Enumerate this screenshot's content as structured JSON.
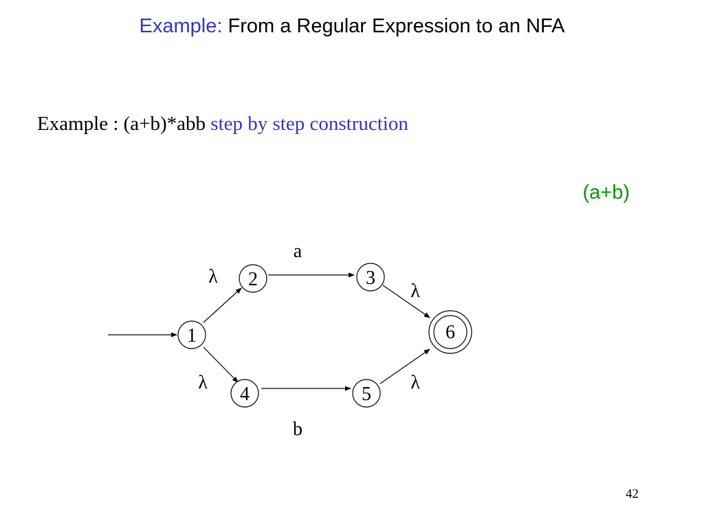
{
  "slide": {
    "title_prefix": "Example:",
    "title_main": " From a Regular Expression to an NFA",
    "example_text": "Example : (a+b)*abb ",
    "example_accent": "step by step construction",
    "subtitle": "(a+b)",
    "page_number": "42"
  },
  "nfa": {
    "states": [
      "1",
      "2",
      "3",
      "4",
      "5",
      "6"
    ],
    "start_state": "1",
    "accepting_states": [
      "6"
    ],
    "transitions": [
      {
        "from": "1",
        "to": "2",
        "label": "λ"
      },
      {
        "from": "1",
        "to": "4",
        "label": "λ"
      },
      {
        "from": "2",
        "to": "3",
        "label": "a"
      },
      {
        "from": "4",
        "to": "5",
        "label": "b"
      },
      {
        "from": "3",
        "to": "6",
        "label": "λ"
      },
      {
        "from": "5",
        "to": "6",
        "label": "λ"
      }
    ],
    "colors": {
      "title_accent": "#3333cc",
      "subtitle": "#009900",
      "stroke": "#000000"
    }
  }
}
